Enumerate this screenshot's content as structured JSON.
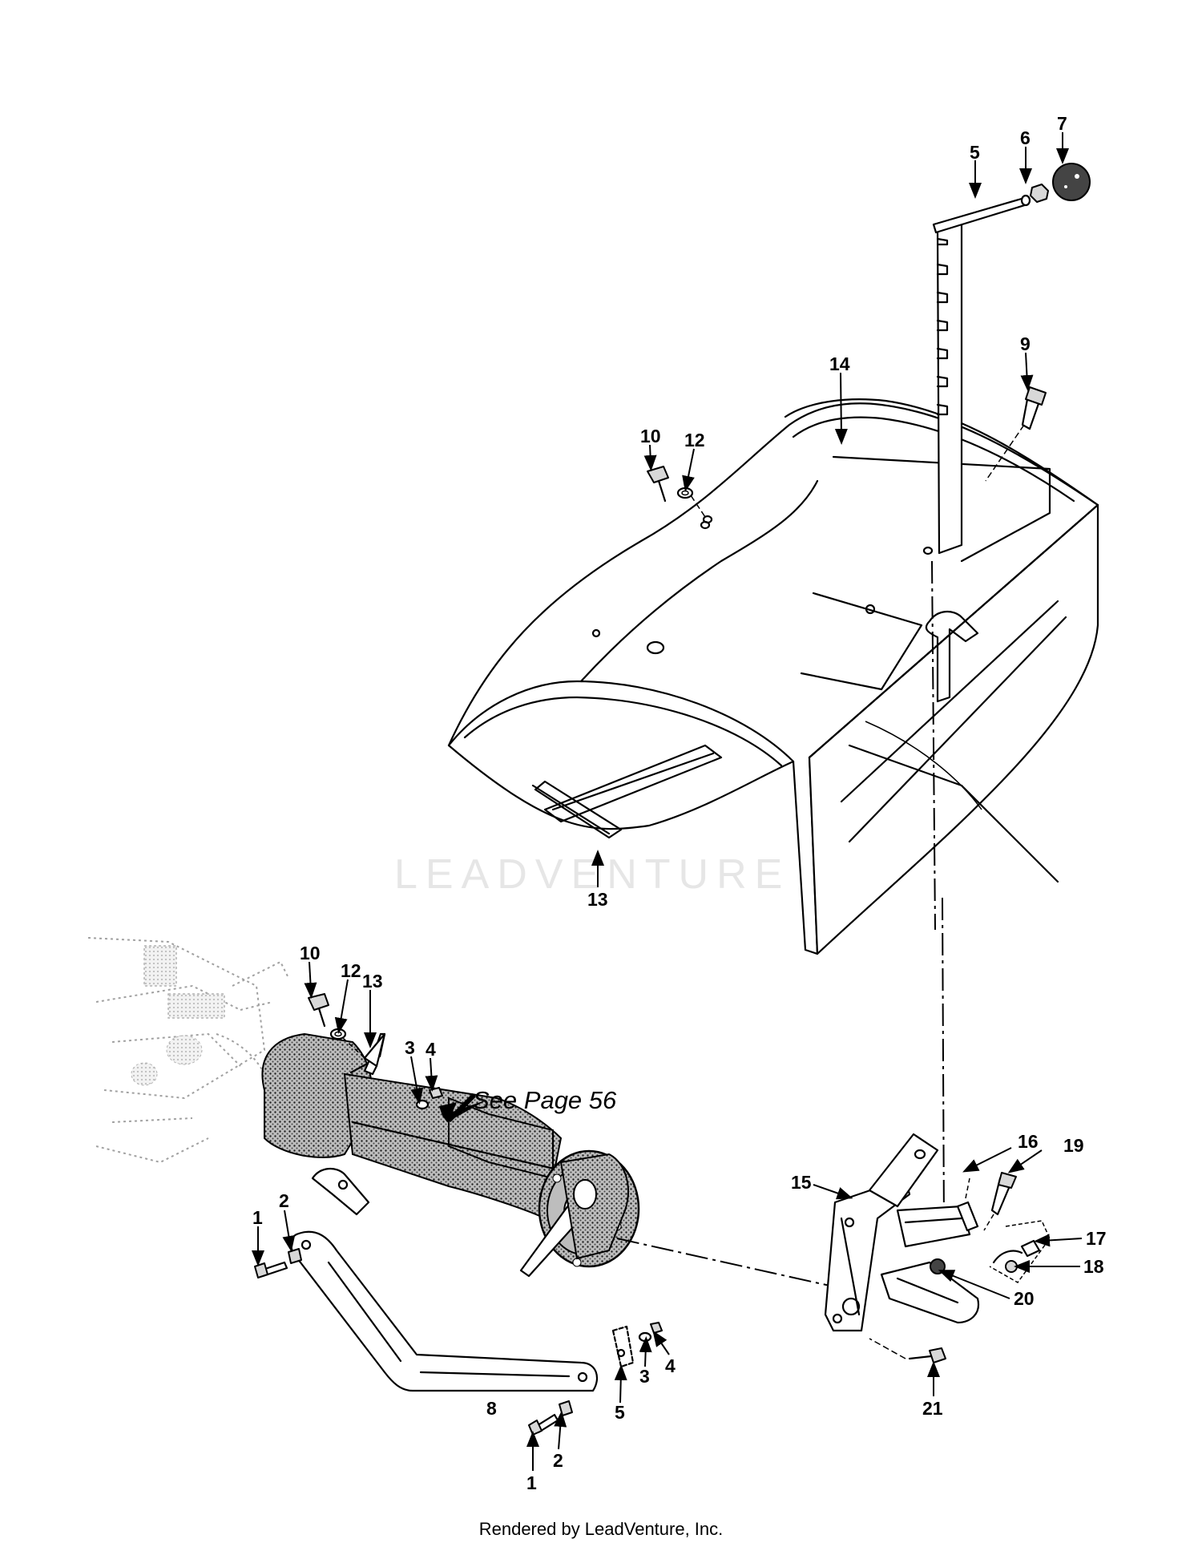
{
  "watermark": "LEADVENTURE",
  "footer": "Rendered by LeadVenture, Inc.",
  "see_page_note": "See Page 56",
  "callouts": {
    "c1a": "1",
    "c1b": "1",
    "c2a": "2",
    "c2b": "2",
    "c3a": "3",
    "c3b": "3",
    "c4a": "4",
    "c4b": "4",
    "c5a": "5",
    "c5b": "5",
    "c6": "6",
    "c7": "7",
    "c8": "8",
    "c9": "9",
    "c10a": "10",
    "c10b": "10",
    "c12a": "12",
    "c12b": "12",
    "c13a": "13",
    "c13b": "13",
    "c14": "14",
    "c15": "15",
    "c16": "16",
    "c17": "17",
    "c18": "18",
    "c19": "19",
    "c20": "20",
    "c21": "21"
  }
}
